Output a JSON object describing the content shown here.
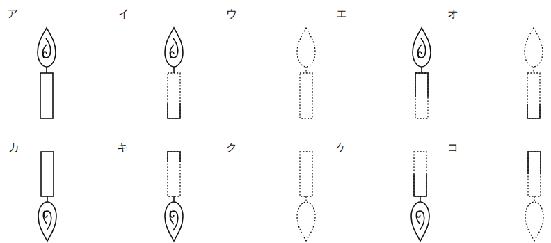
{
  "diagram": {
    "labels": [
      "ア",
      "イ",
      "ウ",
      "エ",
      "オ",
      "カ",
      "キ",
      "ク",
      "ケ",
      "コ"
    ]
  }
}
